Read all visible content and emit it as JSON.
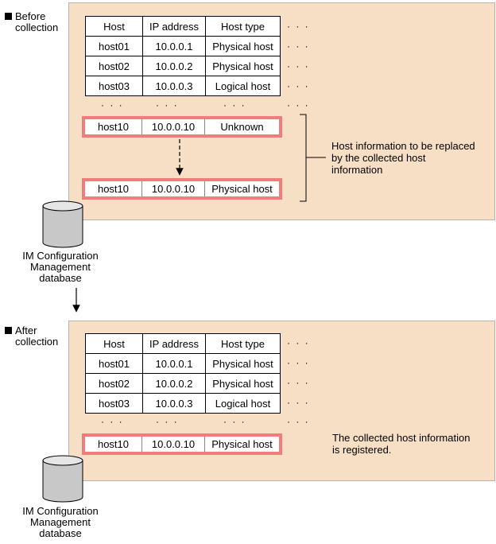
{
  "columns": [
    "Host",
    "IP address",
    "Host type"
  ],
  "ellipsis": "· · ·",
  "database_label": "IM Configuration Management database",
  "before": {
    "label": "Before\ncollection",
    "rows": [
      [
        "host01",
        "10.0.0.1",
        "Physical host"
      ],
      [
        "host02",
        "10.0.0.2",
        "Physical host"
      ],
      [
        "host03",
        "10.0.0.3",
        "Logical host"
      ]
    ],
    "old_row": [
      "host10",
      "10.0.0.10",
      "Unknown"
    ],
    "new_row": [
      "host10",
      "10.0.0.10",
      "Physical host"
    ],
    "note": "Host information to be replaced\nby the collected host\ninformation"
  },
  "after": {
    "label": "After\ncollection",
    "rows": [
      [
        "host01",
        "10.0.0.1",
        "Physical host"
      ],
      [
        "host02",
        "10.0.0.2",
        "Physical host"
      ],
      [
        "host03",
        "10.0.0.3",
        "Logical host"
      ]
    ],
    "registered_row": [
      "host10",
      "10.0.0.10",
      "Physical host"
    ],
    "note": "The collected host information\nis registered."
  },
  "colors": {
    "panel": "#f7dfc5",
    "highlight": "#f07d7b",
    "db_body": "#c8c8c8"
  }
}
